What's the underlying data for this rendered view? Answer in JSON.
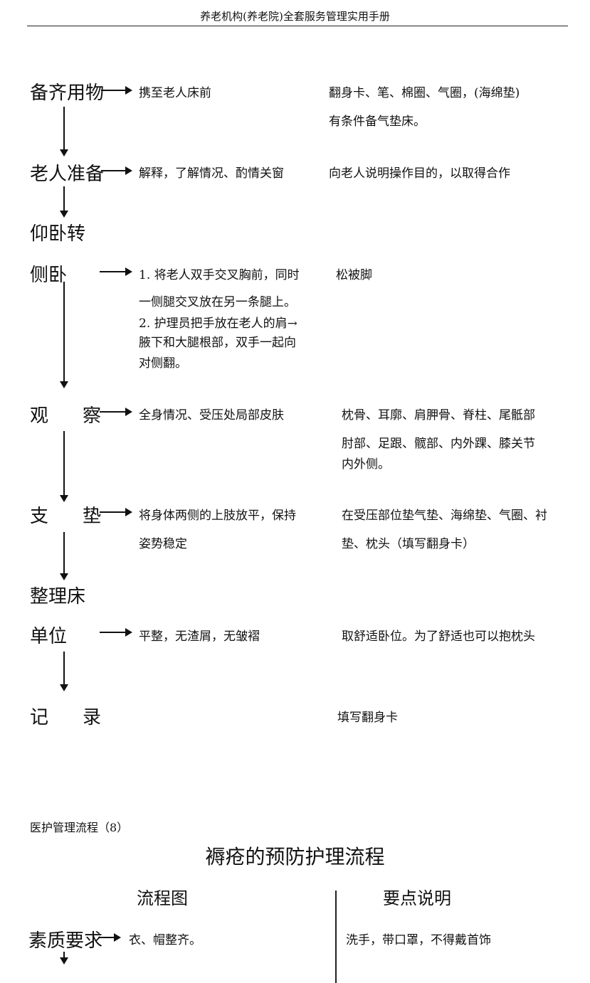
{
  "header": {
    "title": "养老机构(养老院)全套服务管理实用手册"
  },
  "flow1": {
    "steps": [
      {
        "label": "备齐用物",
        "action": "携至老人床前",
        "note_lines": [
          "翻身卡、笔、棉圈、气圈，(海绵垫)",
          "有条件备气垫床。"
        ]
      },
      {
        "label": "老人准备",
        "action": "解释，了解情况、酌情关窗",
        "note_lines": [
          "向老人说明操作目的，以取得合作"
        ]
      },
      {
        "label_lines": [
          "仰卧转",
          "侧卧"
        ],
        "action_lines": [
          "1. 将老人双手交叉胸前，同时",
          "一侧腿交叉放在另一条腿上。",
          "2. 护理员把手放在老人的肩→",
          "腋下和大腿根部，双手一起向",
          "对侧翻。"
        ],
        "note_lines": [
          "松被脚"
        ]
      },
      {
        "label_parts": [
          "观",
          "察"
        ],
        "action": "全身情况、受压处局部皮肤",
        "note_lines": [
          "枕骨、耳廓、肩胛骨、脊柱、尾骶部",
          "肘部、足跟、髋部、内外踝、膝关节",
          "内外侧。"
        ]
      },
      {
        "label_parts": [
          "支",
          "垫"
        ],
        "action_lines": [
          "将身体两侧的上肢放平，保持",
          "姿势稳定"
        ],
        "note_lines": [
          "在受压部位垫气垫、海绵垫、气圈、衬",
          "垫、枕头（填写翻身卡）"
        ]
      },
      {
        "label_lines": [
          "整理床",
          "单位"
        ],
        "action": "平整，无渣屑，无皱褶",
        "note_lines": [
          "取舒适卧位。为了舒适也可以抱枕头"
        ]
      },
      {
        "label_parts": [
          "记",
          "录"
        ],
        "note_lines": [
          "填写翻身卡"
        ]
      }
    ]
  },
  "section2": {
    "caption": "医护管理流程（8）",
    "title": "褥疮的预防护理流程",
    "col_left": "流程图",
    "col_right": "要点说明",
    "first_step": {
      "label": "素质要求",
      "action": "衣、帽整齐。",
      "note": "洗手，带口罩，不得戴首饰"
    }
  }
}
